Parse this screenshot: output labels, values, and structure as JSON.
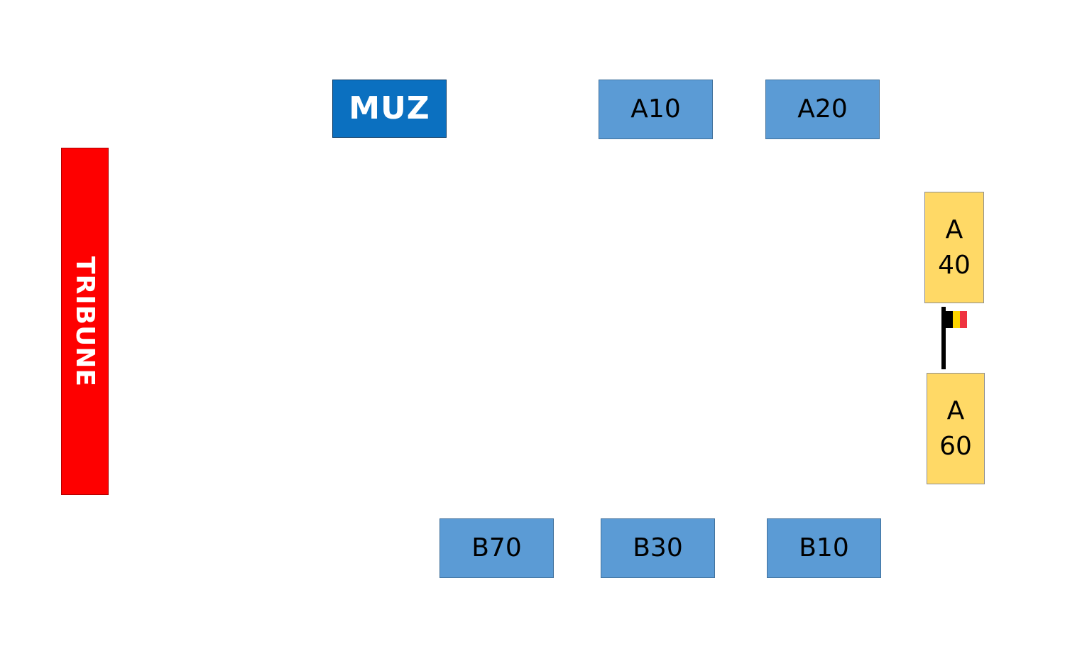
{
  "diagram": {
    "tribune": {
      "label": "TRIBUNE"
    },
    "muz": {
      "label": "MUZ"
    },
    "a10": {
      "label": "A10"
    },
    "a20": {
      "label": "A20"
    },
    "a40": {
      "label": "A\n40"
    },
    "a60": {
      "label": "A\n60"
    },
    "b70": {
      "label": "B70"
    },
    "b30": {
      "label": "B30"
    },
    "b10": {
      "label": "B10"
    },
    "flag": {
      "icon": "belgian-flag-icon",
      "colors": [
        "#000000",
        "#ffd500",
        "#ef3340"
      ]
    }
  },
  "colors": {
    "tribune": "#fe0000",
    "muz": "#0b70c0",
    "blue_box": "#5b9bd5",
    "yellow_box": "#ffd966"
  }
}
